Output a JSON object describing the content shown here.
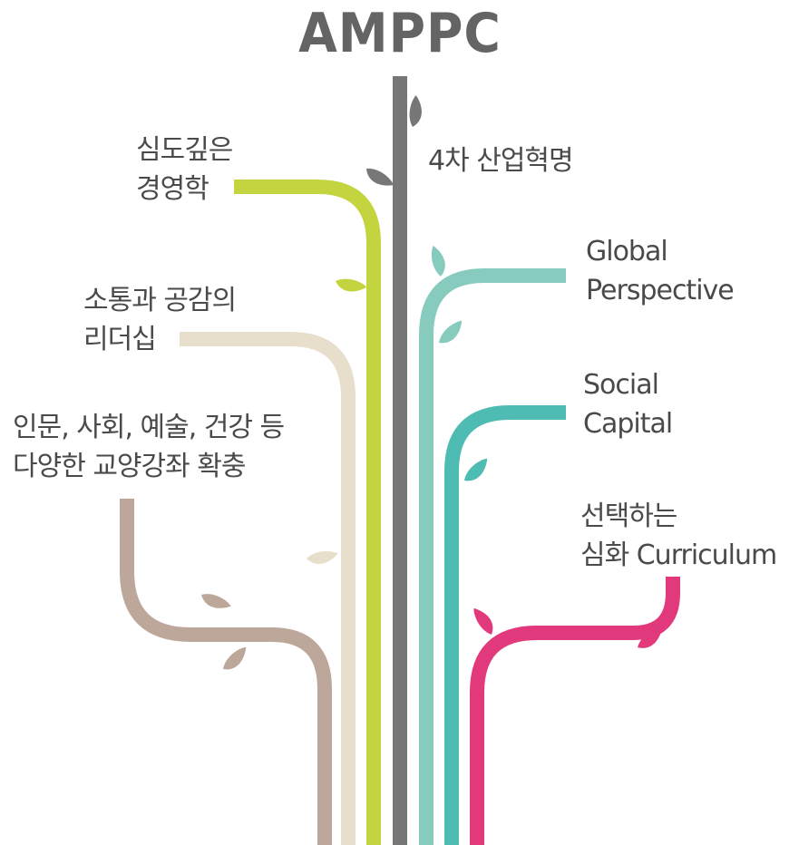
{
  "title": "AMPPC",
  "branches": [
    {
      "id": "deep-management",
      "lines": [
        "심도깊은",
        "경영학"
      ],
      "color": "#c3d43f"
    },
    {
      "id": "communication",
      "lines": [
        "소통과 공감의",
        "리더십"
      ],
      "color": "#e7dfcb"
    },
    {
      "id": "liberal-arts",
      "lines": [
        "인문, 사회, 예술, 건강 등",
        "다양한 교양강좌 확충"
      ],
      "color": "#bda79b"
    },
    {
      "id": "industry-4",
      "lines": [
        "4차 산업혁명"
      ],
      "color": "#777777"
    },
    {
      "id": "global",
      "lines": [
        "Global",
        "Perspective"
      ],
      "color": "#86cbbd"
    },
    {
      "id": "social",
      "lines": [
        "Social",
        "Capital"
      ],
      "color": "#4ebcb2"
    },
    {
      "id": "curriculum",
      "lines": [
        "선택하는",
        "심화 Curriculum"
      ],
      "color": "#e1397c"
    }
  ]
}
